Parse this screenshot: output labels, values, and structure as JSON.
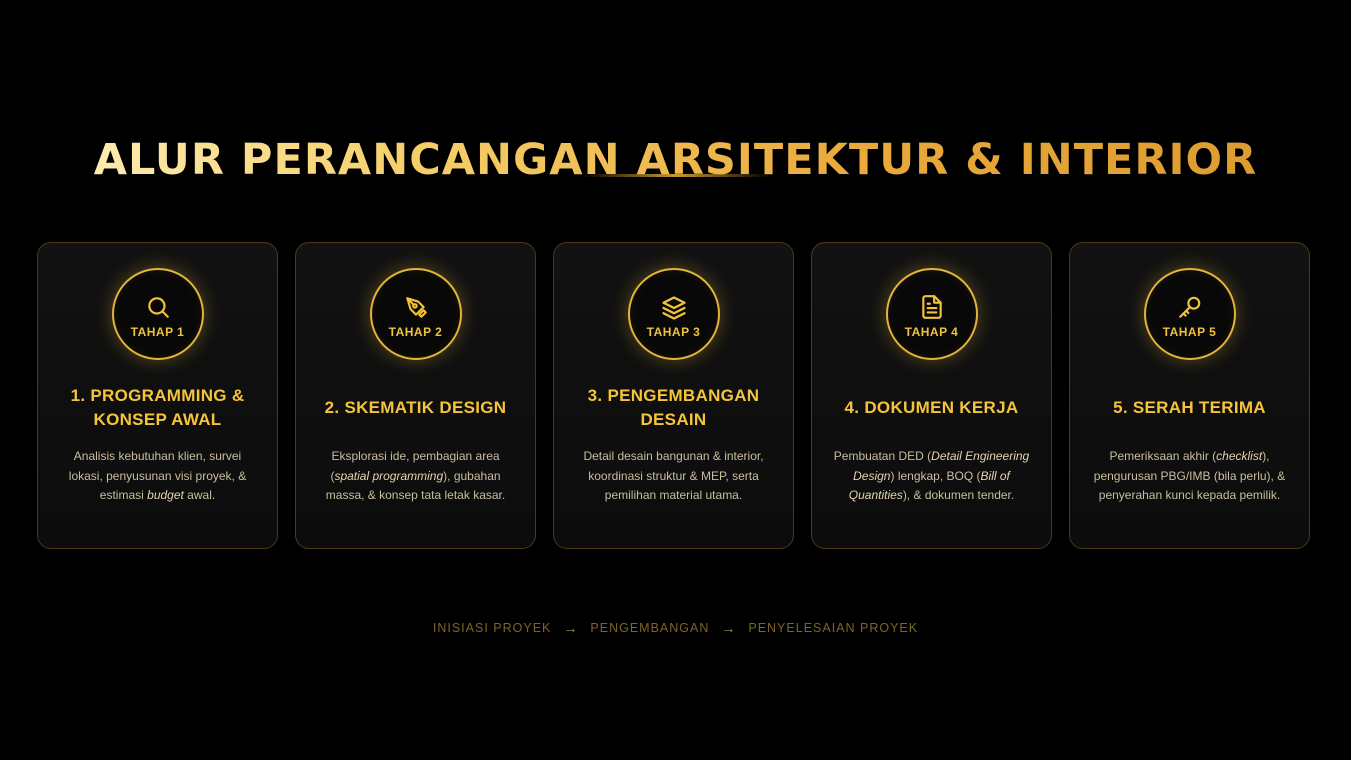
{
  "page": {
    "title": "ALUR PERANCANGAN ARSITEKTUR & INTERIOR"
  },
  "colors": {
    "accent": "#f5c43a",
    "gold_border": "#e3b43a",
    "background": "#000000",
    "card_border": "#4a3b12"
  },
  "steps": [
    {
      "icon": "search-icon",
      "stage": "TAHAP 1",
      "title_lines": [
        "1. PROGRAMMING &",
        "KONSEP AWAL"
      ],
      "desc": [
        {
          "t": "Analisis kebutuhan klien, survei lokasi, penyusunan visi proyek, & estimasi "
        },
        {
          "t": "budget",
          "i": true
        },
        {
          "t": " awal."
        }
      ]
    },
    {
      "icon": "pen-tool-icon",
      "stage": "TAHAP 2",
      "title_lines": [
        "2. SKEMATIK DESIGN"
      ],
      "desc": [
        {
          "t": "Eksplorasi ide, pembagian area ("
        },
        {
          "t": "spatial programming",
          "i": true
        },
        {
          "t": "), gubahan massa, & konsep tata letak kasar."
        }
      ]
    },
    {
      "icon": "layers-icon",
      "stage": "TAHAP 3",
      "title_lines": [
        "3. PENGEMBANGAN",
        "DESAIN"
      ],
      "desc": [
        {
          "t": "Detail desain bangunan & interior, koordinasi struktur & MEP, serta pemilihan material utama."
        }
      ]
    },
    {
      "icon": "document-icon",
      "stage": "TAHAP 4",
      "title_lines": [
        "4. DOKUMEN KERJA"
      ],
      "desc": [
        {
          "t": "Pembuatan DED ("
        },
        {
          "t": "Detail Engineering Design",
          "i": true
        },
        {
          "t": ") lengkap, BOQ ("
        },
        {
          "t": "Bill of Quantities",
          "i": true
        },
        {
          "t": "), & dokumen tender."
        }
      ]
    },
    {
      "icon": "key-icon",
      "stage": "TAHAP 5",
      "title_lines": [
        "5. SERAH TERIMA"
      ],
      "desc": [
        {
          "t": "Pemeriksaan akhir ("
        },
        {
          "t": "checklist",
          "i": true
        },
        {
          "t": "), pengurusan PBG/IMB (bila perlu), & penyerahan kunci kepada pemilik."
        }
      ]
    }
  ],
  "footer": {
    "phases": [
      "INISIASI PROYEK",
      "PENGEMBANGAN",
      "PENYELESAIAN PROYEK"
    ],
    "separator": "→"
  }
}
